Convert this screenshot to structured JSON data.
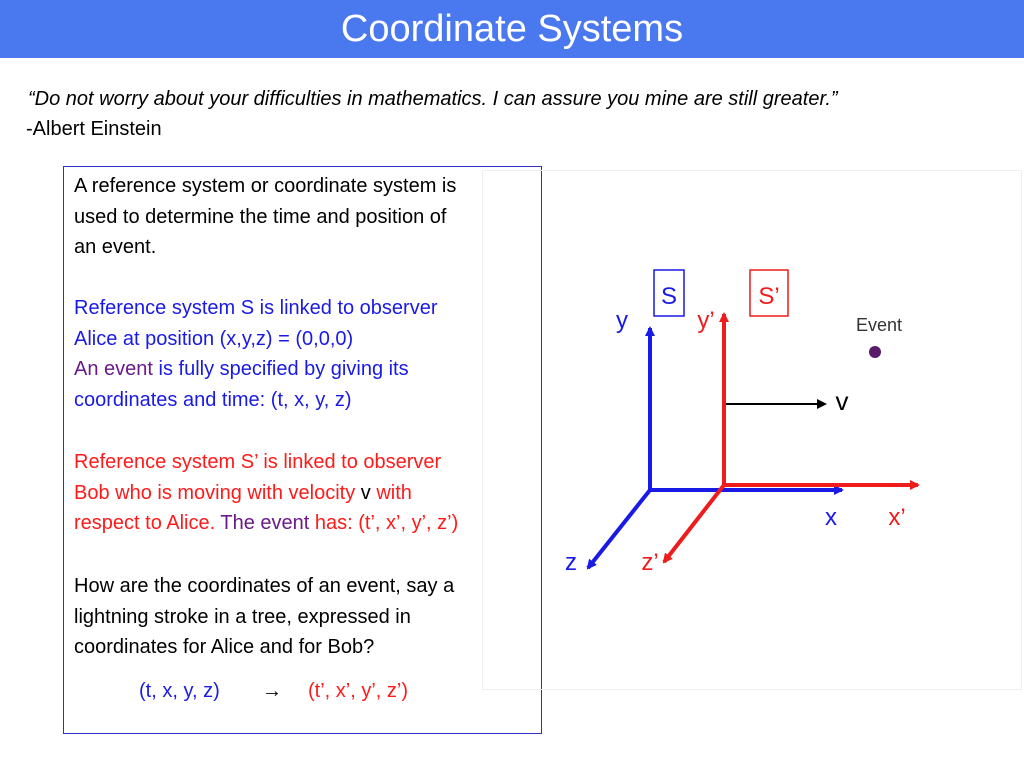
{
  "header": {
    "title": "Coordinate Systems"
  },
  "quote": {
    "text": "“Do not worry about your difficulties in mathematics. I can assure you mine are still greater.”",
    "author": "-Albert Einstein"
  },
  "box": {
    "intro": [
      "A reference system or coordinate system is",
      "used to determine the time and position of",
      "an event."
    ],
    "p2": [
      "Reference system S is linked to observer",
      "Alice at position (x,y,z) = (0,0,0)"
    ],
    "p3_an_event": "An event",
    "p3_rest1": " is fully specified by giving its",
    "p3_rest2": "coordinates and time: (t, x, y, z)",
    "p4_line1": "Reference system S’ is linked to observer",
    "p4_line2a": "Bob who is moving  with velocity ",
    "p4_v": "v",
    "p4_line2b": " with",
    "p4_line3a": "respect to Alice. ",
    "p4_the_event": "The event",
    "p4_line3b": " has: (t’, x’, y’, z’)",
    "p5": [
      "How are the coordinates of an event, say a",
      "lightning stroke in a tree, expressed in",
      "coordinates for Alice and for Bob?"
    ],
    "mapping_left": "(t, x, y, z)",
    "mapping_arrow": "→",
    "mapping_right": "(t’, x’, y’, z’)"
  },
  "figure": {
    "S_label": "S",
    "Sp_label": "S’",
    "y": "y",
    "yp": "y’",
    "x": "x",
    "xp": "x’",
    "z": "z",
    "zp": "z’",
    "v": "v",
    "event": "Event",
    "colors": {
      "S": "#1a1ae6",
      "Sp": "#ee1c1c",
      "event": "#5a1a6a"
    }
  }
}
